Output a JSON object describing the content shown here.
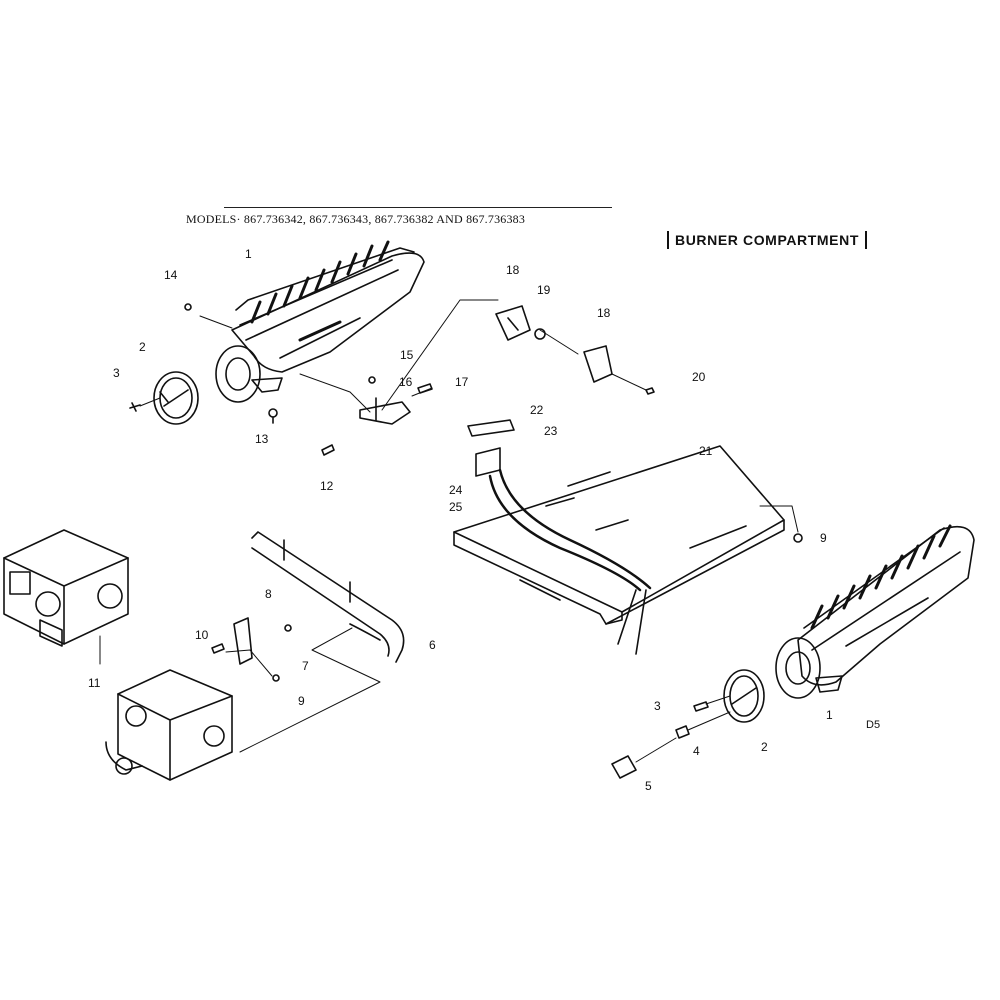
{
  "header": {
    "models_text": "MODELS· 867.736342, 867.736343, 867.736382 AND 867.736383",
    "section_title": "BURNER COMPARTMENT"
  },
  "ref_code": "D5",
  "parts": [
    {
      "label": "1"
    },
    {
      "label": "2"
    },
    {
      "label": "3"
    },
    {
      "label": "14"
    },
    {
      "label": "13"
    },
    {
      "label": "12"
    },
    {
      "label": "15"
    },
    {
      "label": "16"
    },
    {
      "label": "17"
    },
    {
      "label": "18"
    },
    {
      "label": "19"
    },
    {
      "label": "18"
    },
    {
      "label": "20"
    },
    {
      "label": "22"
    },
    {
      "label": "23"
    },
    {
      "label": "24"
    },
    {
      "label": "25"
    },
    {
      "label": "21"
    },
    {
      "label": "9"
    },
    {
      "label": "8"
    },
    {
      "label": "10"
    },
    {
      "label": "7"
    },
    {
      "label": "9"
    },
    {
      "label": "6"
    },
    {
      "label": "11"
    },
    {
      "label": "3"
    },
    {
      "label": "4"
    },
    {
      "label": "5"
    },
    {
      "label": "2"
    },
    {
      "label": "1"
    }
  ]
}
